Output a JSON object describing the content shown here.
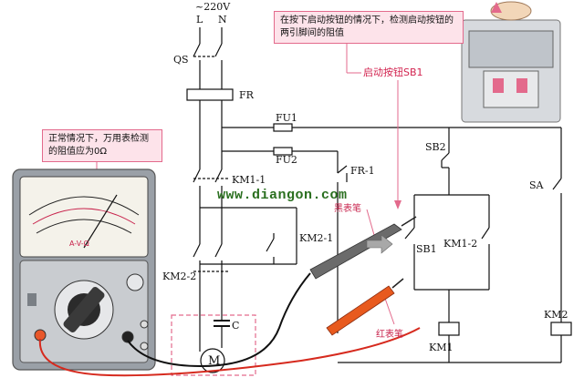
{
  "supply": {
    "voltage": "~220V",
    "line_l": "L",
    "line_n": "N"
  },
  "components": {
    "qs": "QS",
    "fr": "FR",
    "fu1": "FU1",
    "fu2": "FU2",
    "fr1": "FR-1",
    "km1_1": "KM1-1",
    "km2_1": "KM2-1",
    "km2_2": "KM2-2",
    "sb2": "SB2",
    "sb1": "SB1",
    "km1_2": "KM1-2",
    "sa": "SA",
    "km1": "KM1",
    "km2": "KM2",
    "cap": "C",
    "motor": "M"
  },
  "callouts": {
    "top_note": "在按下启动按钮的情况下，检测启动按钮的两引脚间的阻值",
    "meter_note": "正常情况下，万用表检测的阻值应为0Ω",
    "button_label": "启动按钮SB1"
  },
  "probes": {
    "black": "黑表笔",
    "red": "红表笔"
  },
  "watermark": "www.diangon.com",
  "meter": {
    "scale_label": "A-V-Ω"
  },
  "colors": {
    "callout_bg": "#fde3ea",
    "callout_border": "#e36a8c",
    "accent": "#d2234f",
    "wire": "#111111"
  }
}
